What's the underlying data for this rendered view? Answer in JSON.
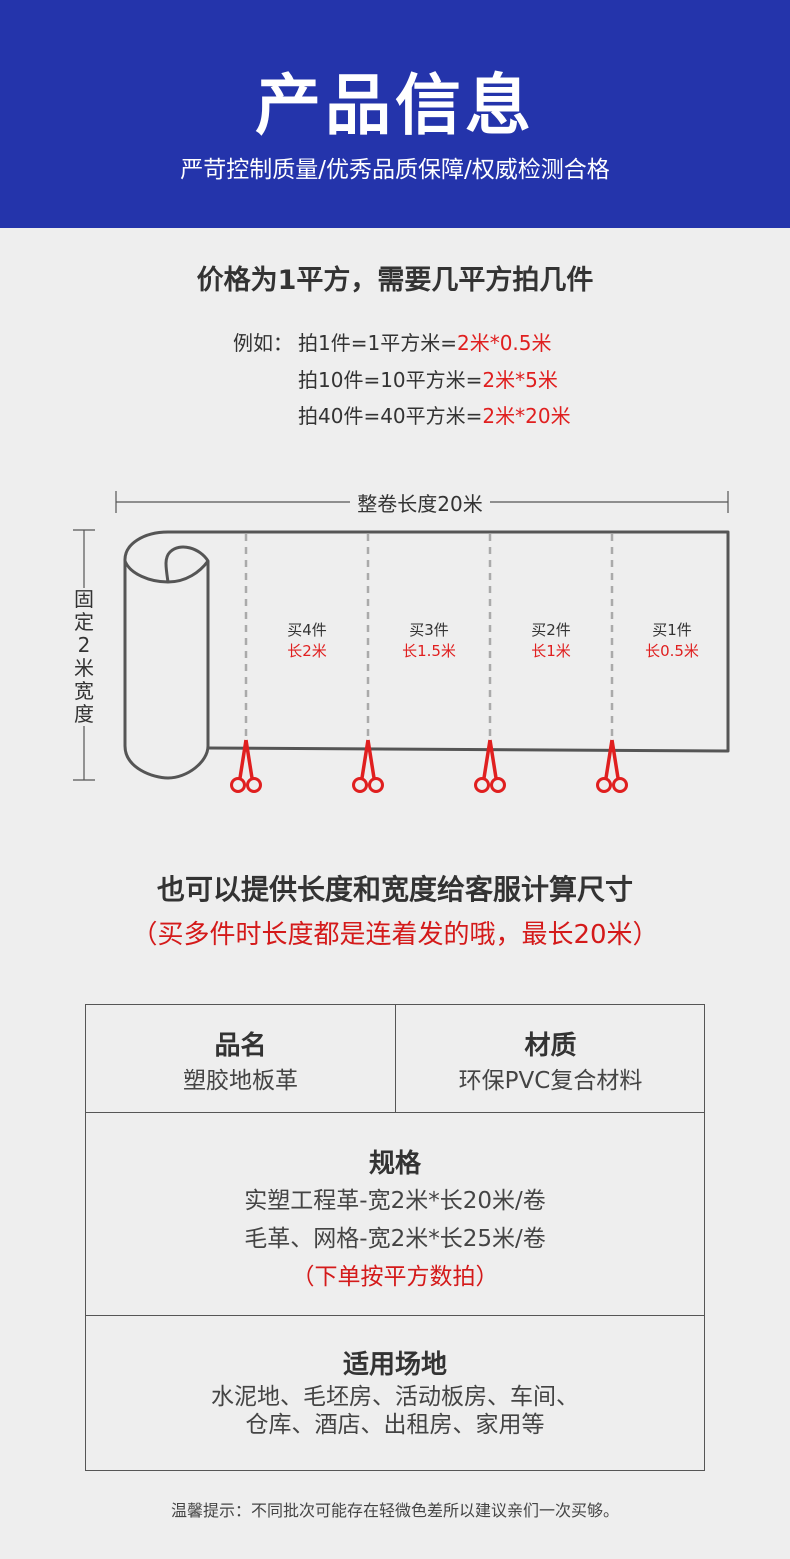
{
  "banner": {
    "title": "产品信息",
    "subtitle": "严苛控制质量/优秀品质保障/权威检测合格"
  },
  "pricing": {
    "title": "价格为1平方，需要几平方拍几件",
    "prefix": "例如：",
    "examples": [
      {
        "black": "拍1件=1平方米=",
        "red": "2米*0.5米"
      },
      {
        "black": "拍10件=10平方米=",
        "red": "2米*5米"
      },
      {
        "black": "拍40件=40平方米=",
        "red": "2米*20米"
      }
    ]
  },
  "diagram": {
    "length_label": "整卷长度20米",
    "width_label": "固定2米宽度",
    "segments": [
      {
        "qty": "买4件",
        "len": "长2米"
      },
      {
        "qty": "买3件",
        "len": "长1.5米"
      },
      {
        "qty": "买2件",
        "len": "长1米"
      },
      {
        "qty": "买1件",
        "len": "长0.5米"
      }
    ],
    "colors": {
      "accent": "#e01f1f",
      "line": "#555555",
      "dash": "#aaaaaa"
    }
  },
  "notes": {
    "line1": "也可以提供长度和宽度给客服计算尺寸",
    "line2": "（买多件时长度都是连着发的哦，最长20米）"
  },
  "specs": {
    "name_label": "品名",
    "name_value": "塑胶地板革",
    "material_label": "材质",
    "material_value": "环保PVC复合材料",
    "spec_label": "规格",
    "spec_lines": [
      "实塑工程革-宽2米*长20米/卷",
      "毛革、网格-宽2米*长25米/卷"
    ],
    "spec_note": "（下单按平方数拍）",
    "use_label": "适用场地",
    "use_lines": [
      "水泥地、毛坯房、活动板房、车间、",
      "仓库、酒店、出租房、家用等"
    ]
  },
  "footer": "温馨提示：不同批次可能存在轻微色差所以建议亲们一次买够。",
  "colors": {
    "banner": "#2434ab",
    "background": "#eeeeee",
    "red": "#d41a1a"
  }
}
